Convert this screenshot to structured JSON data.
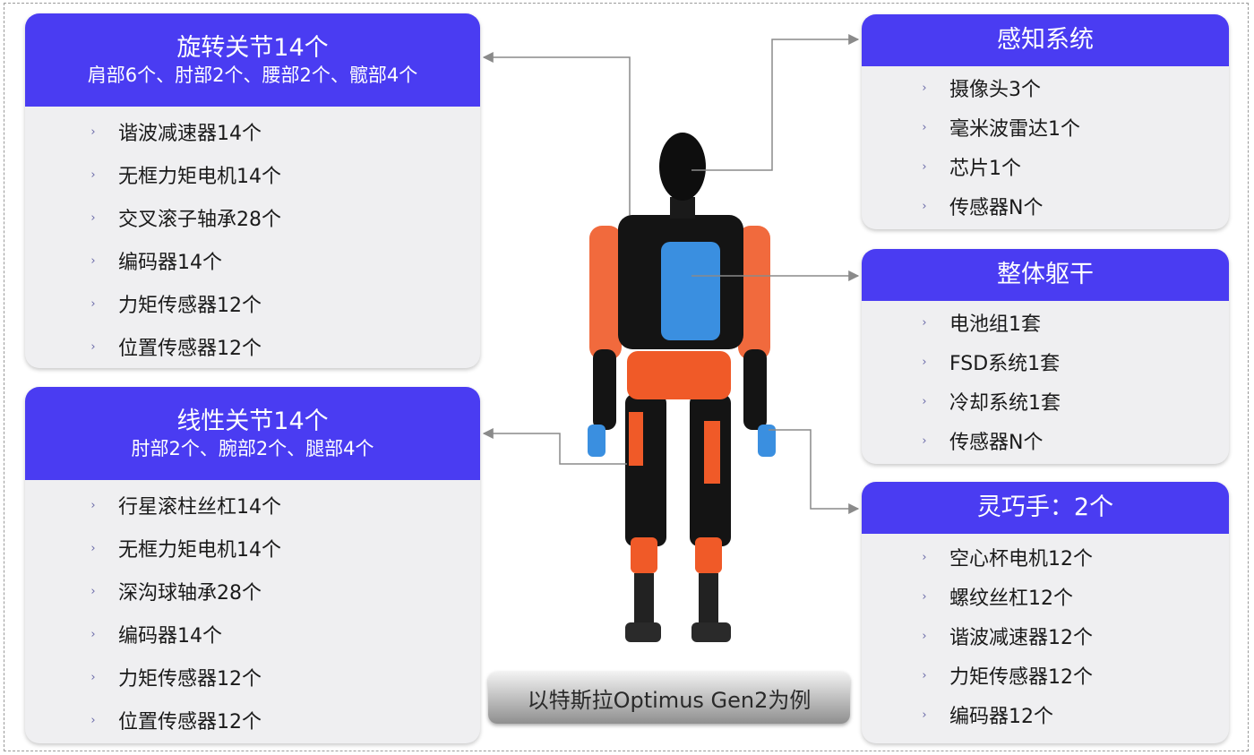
{
  "panels": {
    "rotary": {
      "title": "旋转关节14个",
      "subtitle": "肩部6个、肘部2个、腰部2个、髋部4个",
      "items": [
        "谐波减速器14个",
        "无框力矩电机14个",
        "交叉滚子轴承28个",
        "编码器14个",
        "力矩传感器12个",
        "位置传感器12个"
      ]
    },
    "linear": {
      "title": "线性关节14个",
      "subtitle": "肘部2个、腕部2个、腿部4个",
      "items": [
        "行星滚柱丝杠14个",
        "无框力矩电机14个",
        "深沟球轴承28个",
        "编码器14个",
        "力矩传感器12个",
        "位置传感器12个"
      ]
    },
    "perception": {
      "title": "感知系统",
      "items": [
        "摄像头3个",
        "毫米波雷达1个",
        "芯片1个",
        "传感器N个"
      ]
    },
    "torso": {
      "title": "整体躯干",
      "items": [
        "电池组1套",
        "FSD系统1套",
        "冷却系统1套",
        "传感器N个"
      ]
    },
    "hand": {
      "title": "灵巧手：2个",
      "items": [
        "空心杯电机12个",
        "螺纹丝杠12个",
        "谐波减速器12个",
        "力矩传感器12个",
        "编码器12个"
      ]
    }
  },
  "caption": "以特斯拉Optimus Gen2为例",
  "colors": {
    "header_blue": "#4a3cf2",
    "panel_bg": "#efeff1",
    "robot_orange": "#f05a28",
    "robot_blue": "#3a8fe0",
    "robot_black": "#141414"
  },
  "icons": {
    "bullet": "›"
  }
}
